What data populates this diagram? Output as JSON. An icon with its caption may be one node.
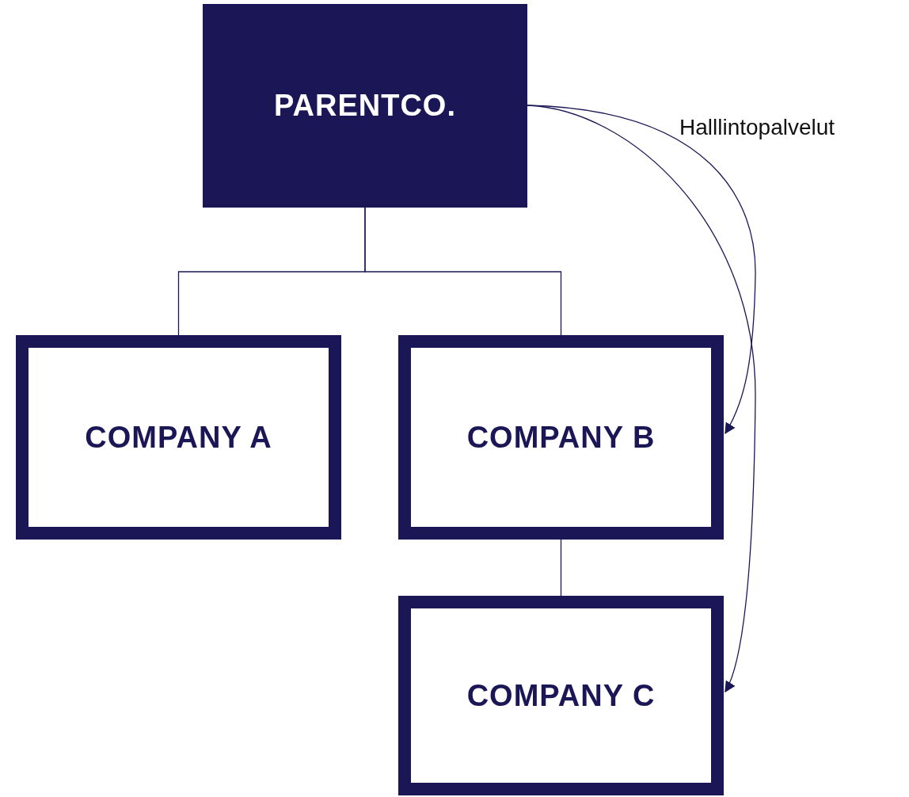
{
  "diagram": {
    "nodes": [
      {
        "text": [
          "PARENTCO."
        ]
      },
      {
        "text": [
          "COMPANY A"
        ]
      },
      {
        "text": [
          "COMPANY B"
        ]
      },
      {
        "text": [
          "COMPANY C"
        ]
      }
    ],
    "edges": [
      {
        "from": 0,
        "to": 1,
        "arrow": "none"
      },
      {
        "from": 0,
        "to": 2,
        "arrow": "none"
      },
      {
        "from": 2,
        "to": 3,
        "arrow": "none"
      },
      {
        "from": 0,
        "to": 2,
        "arrow": "to"
      },
      {
        "from": 0,
        "to": 3,
        "arrow": "to"
      }
    ],
    "labels": [
      "Halllintopalvelut"
    ]
  }
}
